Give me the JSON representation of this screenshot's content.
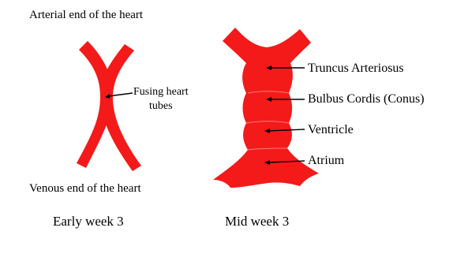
{
  "colors": {
    "tube_red": "#f41a1a",
    "seam": "#ff7a7a",
    "label": "#000000"
  },
  "labels": {
    "arterial_end": "Arterial end of the heart",
    "venous_end": "Venous end of the heart",
    "fusing_line1": "Fusing heart",
    "fusing_line2": "tubes",
    "truncus": "Truncus Arteriosus",
    "bulbus": "Bulbus Cordis (Conus)",
    "ventricle": "Ventricle",
    "atrium": "Atrium"
  },
  "captions": {
    "early": "Early week 3",
    "mid": "Mid week 3"
  }
}
